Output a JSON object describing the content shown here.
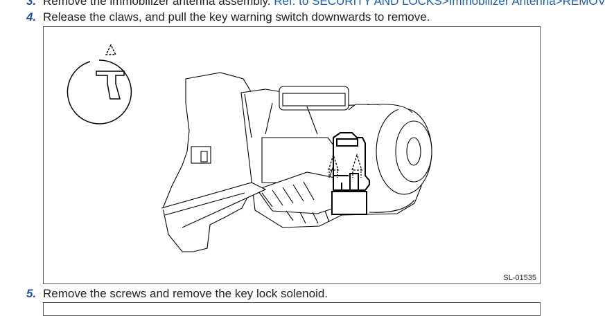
{
  "steps": [
    {
      "number": "3.",
      "text": "Remove the immobilizer antenna assembly. ",
      "link": "Ref. to SECURITY AND LOCKS>Immobilizer Antenna>REMOVAL"
    },
    {
      "number": "4.",
      "text": "Release the claws, and pull the key warning switch downwards to remove."
    },
    {
      "number": "5.",
      "text": "Remove the screws and remove the key lock solenoid."
    }
  ],
  "figure": {
    "id": "SL-01535"
  },
  "colors": {
    "step_number": "#1f4fa6",
    "link": "#1a5fb4",
    "text": "#222222"
  }
}
